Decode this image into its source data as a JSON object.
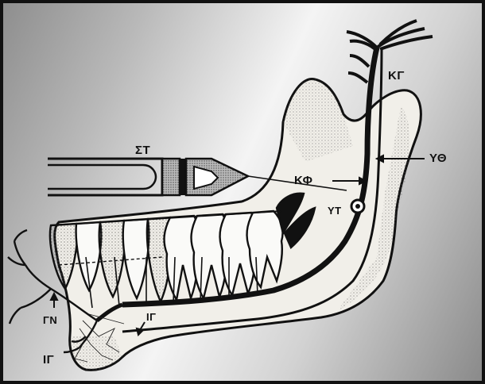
{
  "labels": {
    "syringe": "ΣΤ",
    "condylar_nerve_top": "ΚΓ",
    "nerve_entry": "ΚΦ",
    "foramen": "ΥΘ",
    "injection_point": "ΥΤ",
    "chin_nerve_arrow": "ΙΓ",
    "chin_nerve": "ΓΝ",
    "chin_base": "ΙΓ"
  },
  "colors": {
    "ink": "#111111",
    "bone": "#f3f1ec"
  }
}
